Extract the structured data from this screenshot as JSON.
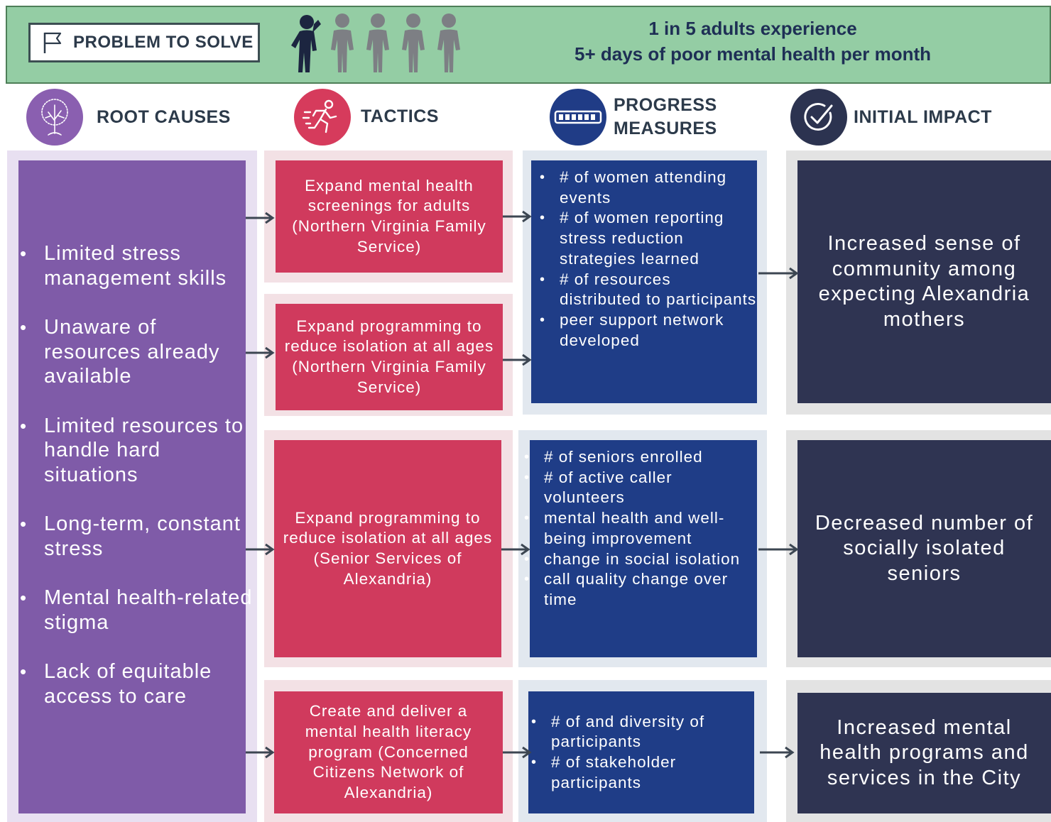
{
  "banner": {
    "problem_label": "PROBLEM TO SOLVE",
    "stat_line1": "1 in 5 adults experience",
    "stat_line2": "5+ days of poor mental health per month"
  },
  "headers": {
    "root_causes": "ROOT CAUSES",
    "tactics": "TACTICS",
    "progress_line1": "PROGRESS",
    "progress_line2": "MEASURES",
    "initial_impact": "INITIAL IMPACT"
  },
  "root_causes": [
    "Limited stress management skills",
    "Unaware of resources already available",
    "Limited resources to handle hard situations",
    "Long-term, constant stress",
    "Mental health-related stigma",
    "Lack of equitable access to care"
  ],
  "tactics": [
    "Expand mental health screenings for adults (Northern Virginia Family Service)",
    "Expand programming to reduce isolation at all ages (Northern Virginia Family Service)",
    "Expand programming to reduce isolation at all ages (Senior Services of Alexandria)",
    "Create and deliver a mental health literacy program (Concerned Citizens Network of Alexandria)"
  ],
  "measures": {
    "group1": [
      "# of women attending events",
      "# of women reporting stress reduction strategies learned",
      "# of resources distributed to participants",
      "peer support network developed"
    ],
    "group2": [
      "# of seniors enrolled",
      "# of active caller volunteers",
      "mental health and well-being improvement",
      "change in social isolation",
      "call quality change over time"
    ],
    "group3": [
      "# of and diversity of participants",
      "# of stakeholder participants"
    ]
  },
  "impacts": [
    "Increased sense of community among expecting Alexandria mothers",
    "Decreased number of socially isolated seniors",
    "Increased mental health programs and services in the City"
  ],
  "colors": {
    "banner": "#94cda4",
    "root_causes": "#7f5ba8",
    "tactics": "#d03a5d",
    "measures": "#1f3d87",
    "impact": "#2f3452"
  },
  "icons": {
    "problem": "flag-icon",
    "people": "people-icon",
    "root_causes": "tree-icon",
    "tactics": "running-person-icon",
    "progress": "progress-bar-icon",
    "impact": "checkmark-icon"
  }
}
